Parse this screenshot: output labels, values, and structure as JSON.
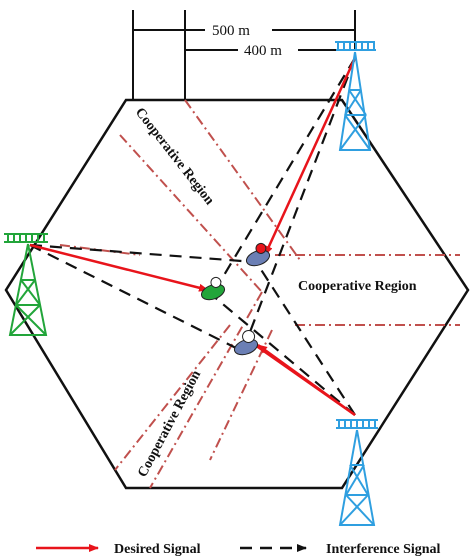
{
  "dimensions": {
    "outer_label": "500 m",
    "inner_label": "400 m"
  },
  "regions": {
    "top_left": "Cooperative Region",
    "right": "Cooperative Region",
    "bottom_left": "Cooperative Region"
  },
  "legend": {
    "desired": "Desired Signal",
    "interference": "Interference Signal"
  },
  "colors": {
    "desired": "#e8141b",
    "interference": "#111111",
    "boundary": "#c0504d",
    "tower_blue": "#2f9fe0",
    "tower_green": "#22a53a"
  },
  "icons": {
    "towers": [
      "tower-top-right-icon",
      "tower-left-icon",
      "tower-bottom-right-icon"
    ],
    "users": [
      "user-red-icon",
      "user-green-icon",
      "user-blue-icon"
    ]
  }
}
